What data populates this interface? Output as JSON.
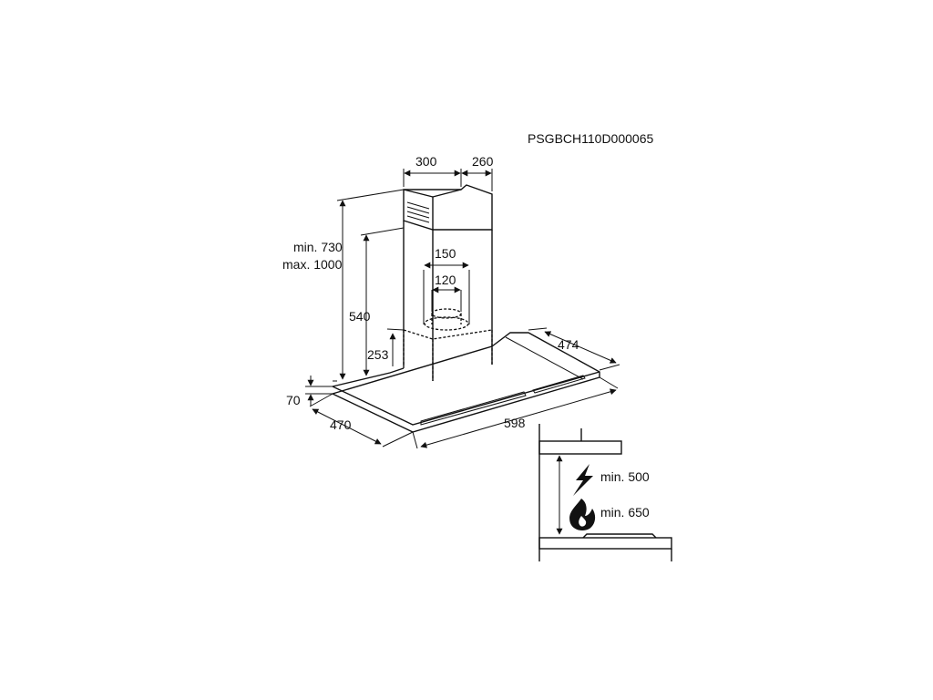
{
  "diagram": {
    "code": "PSGBCH110D000065",
    "dimensions": {
      "chimney_width": "300",
      "chimney_depth": "260",
      "height_min": "min. 730",
      "height_max": "max. 1000",
      "chimney_height": "540",
      "outlet_outer": "150",
      "outlet_inner": "120",
      "depth_474": "474",
      "height_253": "253",
      "canopy_height": "70",
      "canopy_depth": "470",
      "canopy_width": "598"
    },
    "clearance": {
      "electric_label": "min. 500",
      "gas_label": "min. 650"
    },
    "icons": [
      "lightning-icon",
      "flame-icon"
    ]
  }
}
